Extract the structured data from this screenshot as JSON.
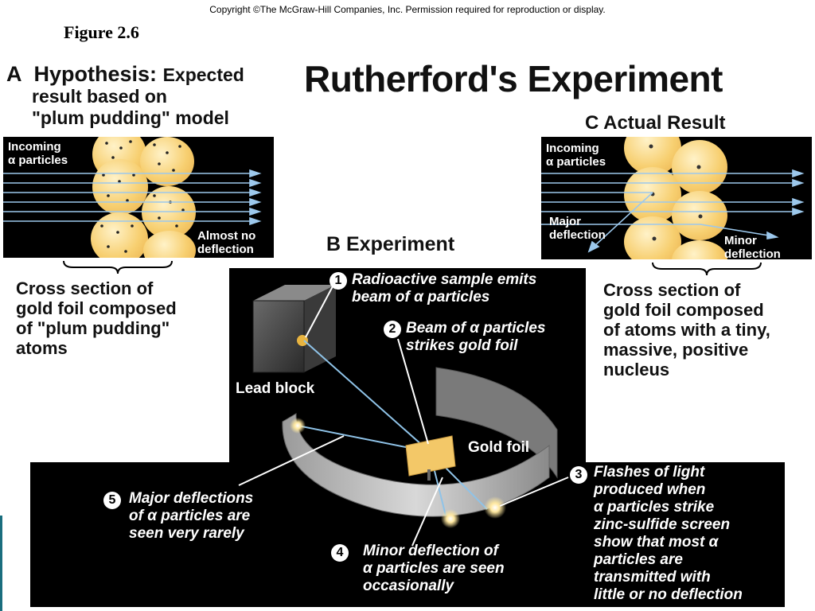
{
  "header": {
    "copyright": "Copyright ©The McGraw-Hill Companies, Inc.  Permission required for reproduction or display.",
    "figure_label": "Figure 2.6",
    "title": "Rutherford's Experiment"
  },
  "panel_a": {
    "letter": "A",
    "heading_bold": "Hypothesis:",
    "heading_rest_1": "Expected",
    "heading_rest_2": "result based on",
    "heading_rest_3": "\"plum pudding\" model",
    "incoming_1": "Incoming",
    "incoming_2": "α particles",
    "result_1": "Almost no",
    "result_2": "deflection",
    "cross_section": [
      "Cross section of",
      "gold foil composed",
      "of \"plum pudding\"",
      "atoms"
    ]
  },
  "panel_c": {
    "heading": "C  Actual Result",
    "incoming_1": "Incoming",
    "incoming_2": "α particles",
    "major_1": "Major",
    "major_2": "deflection",
    "minor_1": "Minor",
    "minor_2": "deflection",
    "cross_section": [
      "Cross section of",
      "gold foil composed",
      "of atoms with a tiny,",
      "massive, positive",
      "nucleus"
    ]
  },
  "panel_b": {
    "heading": "B  Experiment",
    "lead_block": "Lead block",
    "gold_foil": "Gold foil",
    "steps": [
      {
        "num": "1",
        "lines": [
          "Radioactive sample emits",
          "beam of α particles"
        ]
      },
      {
        "num": "2",
        "lines": [
          "Beam of α particles",
          "strikes gold foil"
        ]
      },
      {
        "num": "3",
        "lines": [
          "Flashes of light",
          "produced when",
          "α particles strike",
          "zinc-sulfide screen",
          "show that most α",
          "particles are",
          "transmitted with",
          "little or no deflection"
        ]
      },
      {
        "num": "4",
        "lines": [
          "Minor deflection of",
          "α particles are seen",
          "occasionally"
        ]
      },
      {
        "num": "5",
        "lines": [
          "Major deflections",
          "of α particles are",
          "seen very rarely"
        ]
      }
    ]
  },
  "colors": {
    "gold": "#f7cf70",
    "beam": "#8fc3e8",
    "panel_bg": "#000000"
  }
}
